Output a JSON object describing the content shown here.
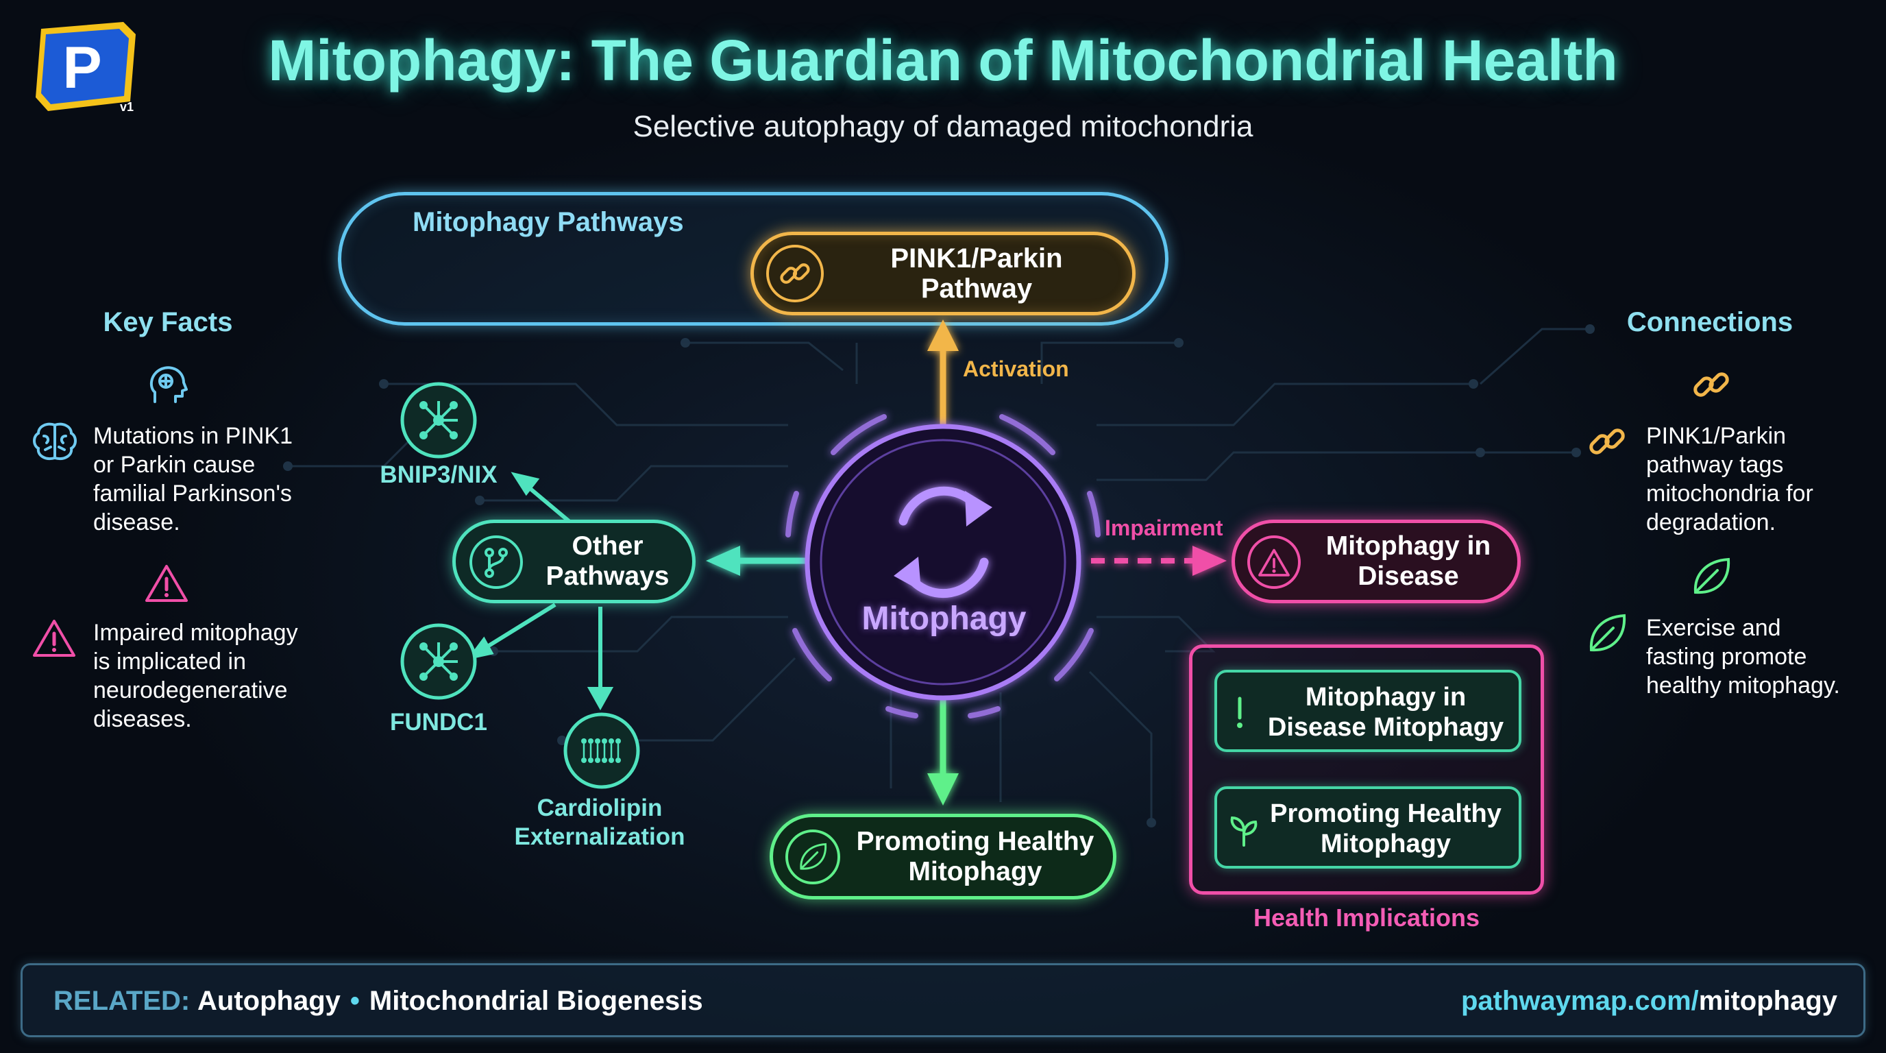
{
  "header": {
    "title": "Mitophagy: The Guardian of Mitochondrial Health",
    "subtitle": "Selective autophagy of damaged mitochondria",
    "logo_letter": "P",
    "logo_version": "v1"
  },
  "key_facts": {
    "heading": "Key Facts",
    "header_icon": "brain-head-icon",
    "items": [
      {
        "icon": "brain-icon",
        "text": "Mutations in PINK1 or Parkin cause familial Parkinson's disease."
      },
      {
        "icon": "warning-triangle-icon",
        "text": "Impaired mitophagy is implicated in neurodegenerative diseases."
      }
    ]
  },
  "connections": {
    "heading": "Connections",
    "header_icon": "link-icon",
    "items": [
      {
        "icon": "link-icon",
        "text": "PINK1/Parkin pathway tags mitochondria for degradation."
      },
      {
        "icon": "leaf-icon",
        "text": "Exercise and fasting promote healthy mitophagy."
      }
    ]
  },
  "diagram": {
    "center": {
      "label": "Mitophagy",
      "icon": "cycle-arrows-icon"
    },
    "pathways_group": {
      "label": "Mitophagy Pathways"
    },
    "pink1_node": {
      "label": "PINK1/Parkin Pathway",
      "icon": "link-icon"
    },
    "other_node": {
      "label": "Other Pathways",
      "icon": "branch-icon"
    },
    "disease_node": {
      "label": "Mitophagy in Disease",
      "icon": "warning-triangle-icon"
    },
    "healthy_node": {
      "label": "Promoting Healthy Mitophagy",
      "icon": "leaf-icon"
    },
    "sub_nodes": {
      "bnip3": {
        "label": "BNIP3/NIX",
        "icon": "network-icon"
      },
      "fundc1": {
        "label": "FUNDC1",
        "icon": "network-icon"
      },
      "cardiolipin": {
        "label": "Cardiolipin Externalization",
        "icon": "membrane-icon"
      }
    },
    "edges": {
      "activation": "Activation",
      "impairment": "Impairment"
    },
    "health_implications": {
      "label": "Health Implications",
      "cards": [
        {
          "icon": "exclamation-icon",
          "label": "Mitophagy in Disease Mitophagy"
        },
        {
          "icon": "sprout-icon",
          "label": "Promoting Healthy Mitophagy"
        }
      ]
    }
  },
  "footer": {
    "related_label": "RELATED:",
    "links": [
      "Autophagy",
      "Mitochondrial Biogenesis"
    ],
    "url_domain": "pathwaymap.com/",
    "url_path": "mitophagy"
  },
  "colors": {
    "title": "#7ff5e4",
    "activation": "#f2b64a",
    "pathways": "#5fc4ef",
    "other": "#4fe3be",
    "disease": "#f04fa8",
    "healthy": "#5ff08a",
    "center": "#a97cf5"
  }
}
